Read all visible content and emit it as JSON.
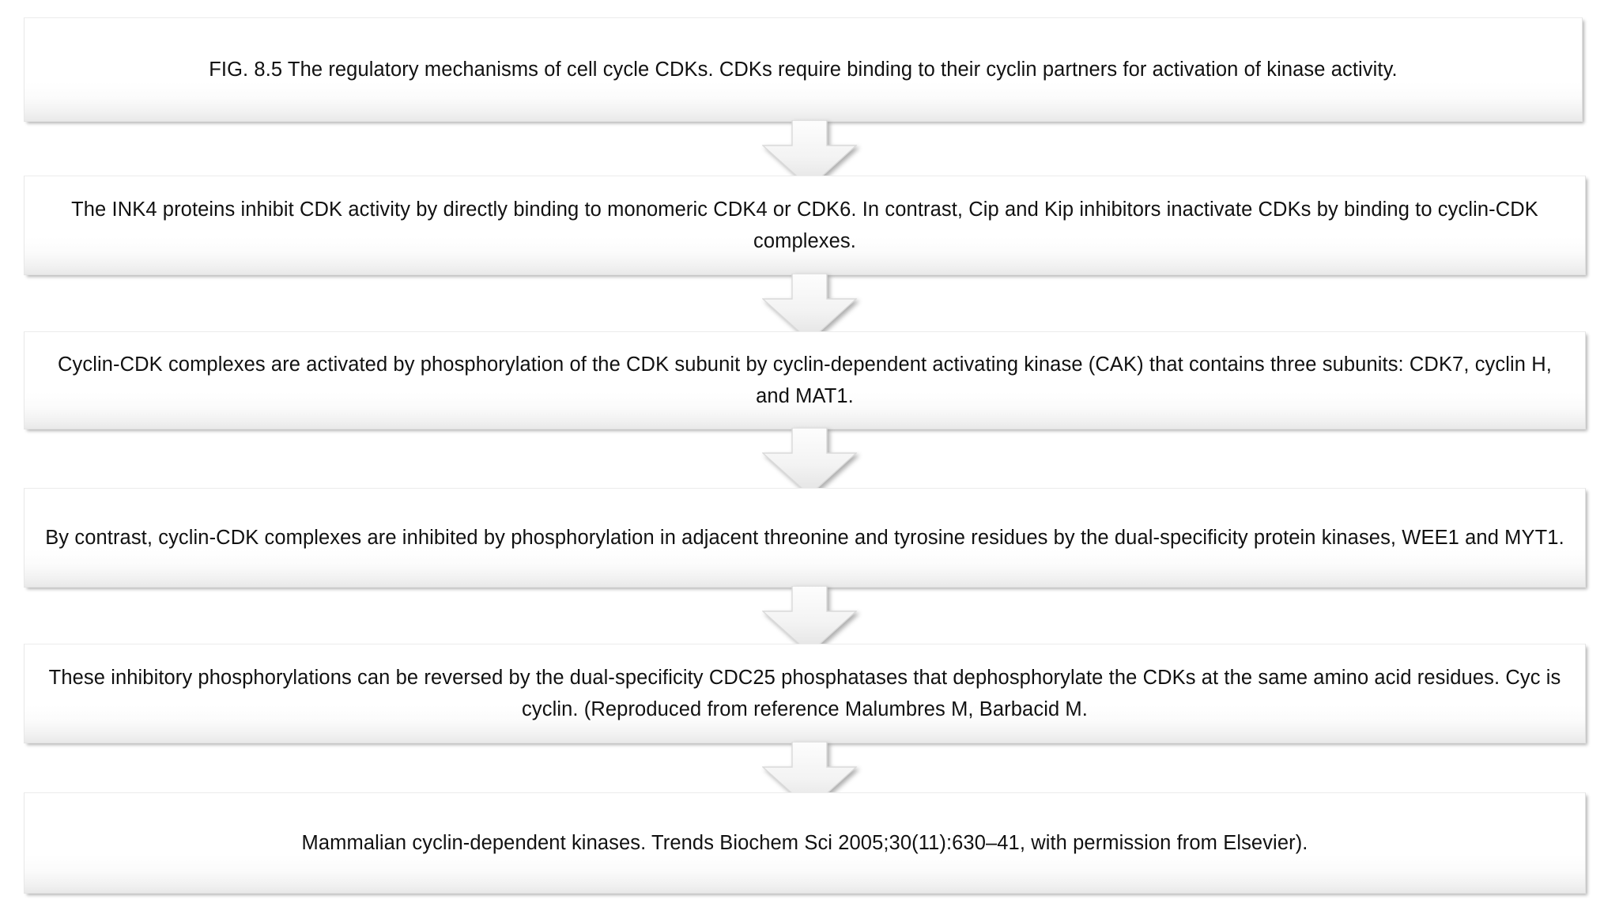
{
  "figure": {
    "type": "vertical-flowchart",
    "caption_id": "FIG. 8.5",
    "background_color": "#ffffff",
    "box_fill_top": "#ffffff",
    "box_fill_bottom": "#e9e9e9",
    "box_border_color": "#e3e3e3",
    "arrow_fill_top": "#fdfdfd",
    "arrow_fill_bottom": "#e4e4e4",
    "arrow_border_color": "#d9d9d9",
    "text_color": "#111111"
  },
  "nodes": [
    {
      "id": "node-1",
      "name": "figure-caption-box",
      "text": "FIG. 8.5 The regulatory mechanisms of cell cycle CDKs. CDKs require binding to their cyclin partners for activation of kinase activity."
    },
    {
      "id": "node-2",
      "name": "ink4-inhibitors-box",
      "text": "The INK4 proteins inhibit CDK activity by directly binding to monomeric CDK4 or CDK6. In contrast, Cip and Kip inhibitors inactivate CDKs by binding to cyclin-CDK complexes."
    },
    {
      "id": "node-3",
      "name": "cak-activation-box",
      "text": "Cyclin-CDK complexes are activated by phosphorylation of the CDK subunit by cyclin-dependent activating kinase (CAK) that contains three subunits: CDK7, cyclin H, and MAT1."
    },
    {
      "id": "node-4",
      "name": "wee1-myt1-inhibition-box",
      "text": "By contrast, cyclin-CDK complexes are inhibited by phosphorylation in adjacent threonine and tyrosine residues by the dual-specificity protein kinases, WEE1 and MYT1."
    },
    {
      "id": "node-5",
      "name": "cdc25-phosphatases-box",
      "text": "These inhibitory phosphorylations can be reversed by the dual-specificity CDC25 phosphatases that dephosphorylate the CDKs at the same amino acid residues. Cyc is cyclin. (Reproduced from reference Malumbres M, Barbacid M."
    },
    {
      "id": "node-6",
      "name": "reference-citation-box",
      "text": "Mammalian cyclin-dependent kinases. Trends Biochem Sci 2005;30(11):630–41, with permission from Elsevier)."
    }
  ],
  "connectors": [
    {
      "id": "arrow-1",
      "name": "down-arrow-icon",
      "from": "node-1",
      "to": "node-2"
    },
    {
      "id": "arrow-2",
      "name": "down-arrow-icon",
      "from": "node-2",
      "to": "node-3"
    },
    {
      "id": "arrow-3",
      "name": "down-arrow-icon",
      "from": "node-3",
      "to": "node-4"
    },
    {
      "id": "arrow-4",
      "name": "down-arrow-icon",
      "from": "node-4",
      "to": "node-5"
    },
    {
      "id": "arrow-5",
      "name": "down-arrow-icon",
      "from": "node-5",
      "to": "node-6"
    }
  ]
}
